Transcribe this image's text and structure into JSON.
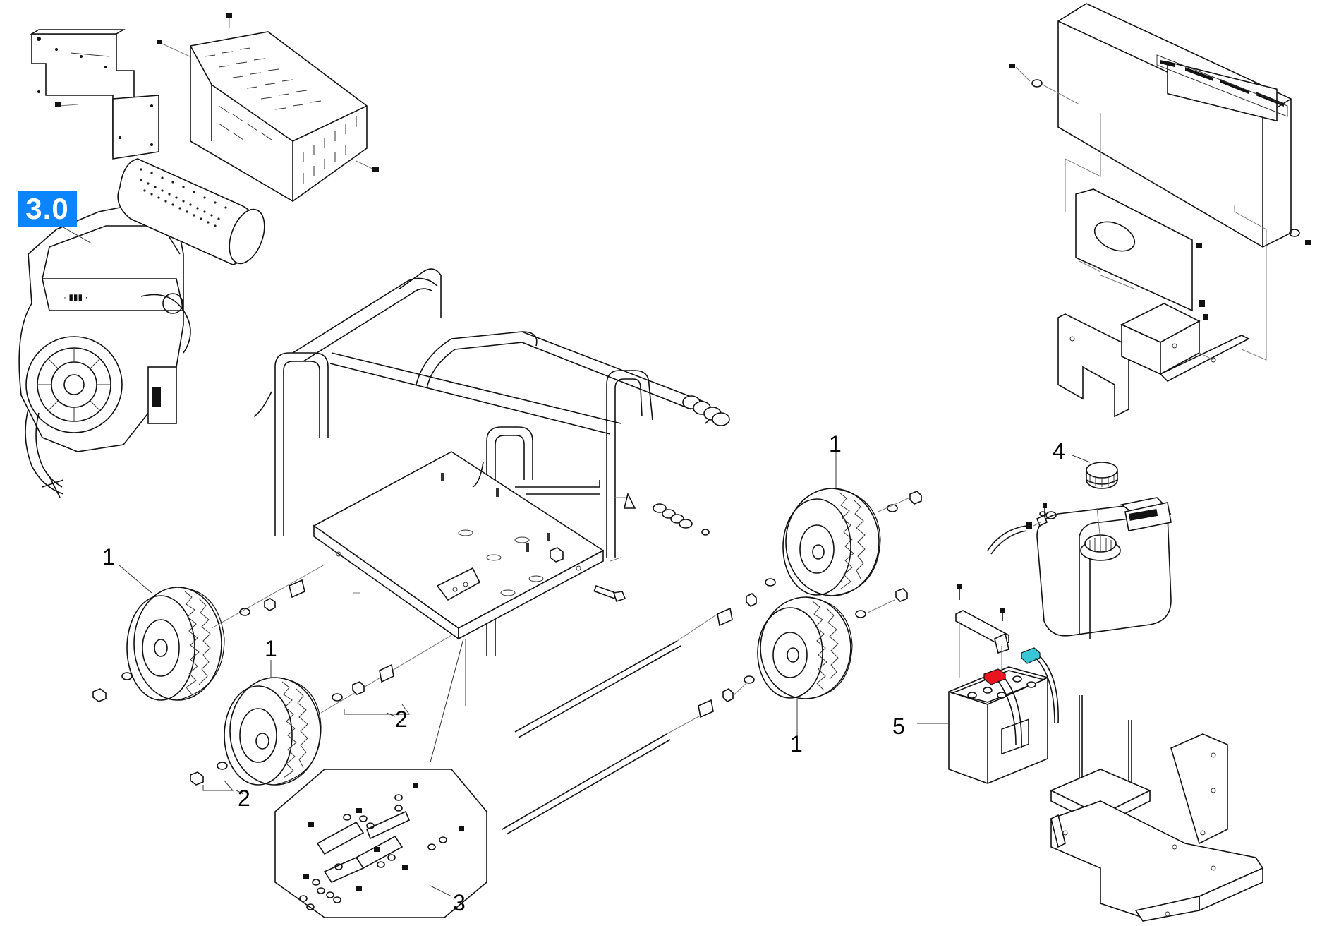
{
  "section_label": "3.0",
  "callouts": [
    {
      "id": "wheel-front-left",
      "text": "1"
    },
    {
      "id": "wheel-front-mid",
      "text": "1"
    },
    {
      "id": "wheel-right-top",
      "text": "1"
    },
    {
      "id": "wheel-right-bottom",
      "text": "1"
    },
    {
      "id": "hardware-left-a",
      "text": "2"
    },
    {
      "id": "hardware-left-b",
      "text": "2"
    },
    {
      "id": "mount-kit",
      "text": "3"
    },
    {
      "id": "fuel-cap",
      "text": "4"
    },
    {
      "id": "battery",
      "text": "5"
    }
  ],
  "colors": {
    "badge": "#0a84ff",
    "terminal_positive": "#e8141e",
    "terminal_negative": "#38c6d8"
  }
}
